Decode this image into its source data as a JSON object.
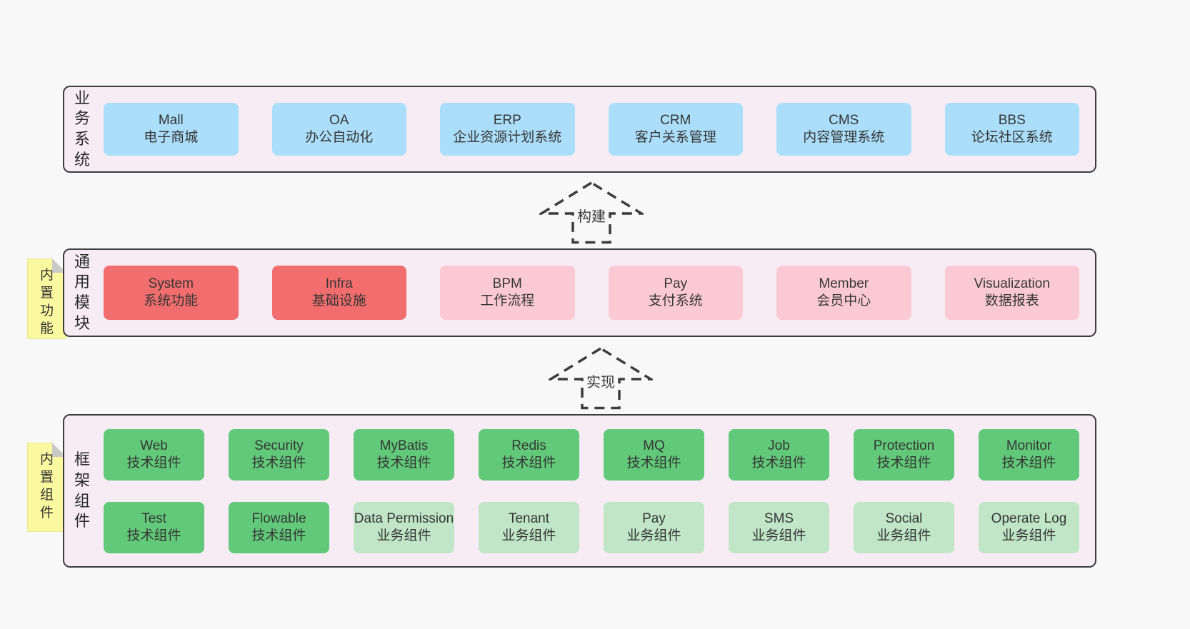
{
  "colors": {
    "page_bg": "#f8f8f8",
    "panel_bg": "#f7ecf4",
    "panel_border": "#3d3d3d",
    "blue": "#abdefa",
    "red": "#f26d6d",
    "pink": "#fbc9d3",
    "green": "#62c97a",
    "light_green": "#c0e5c7",
    "sticky_yellow": "#fbf9a0",
    "sticky_fold": "#c9c9c9",
    "text": "#363636"
  },
  "arrows": [
    {
      "label": "构建"
    },
    {
      "label": "实现"
    }
  ],
  "layers": [
    {
      "side_label": "业务系统",
      "sticky": null,
      "rows": [
        [
          {
            "title": "Mall",
            "subtitle": "电子商城",
            "color": "blue"
          },
          {
            "title": "OA",
            "subtitle": "办公自动化",
            "color": "blue"
          },
          {
            "title": "ERP",
            "subtitle": "企业资源计划系统",
            "color": "blue"
          },
          {
            "title": "CRM",
            "subtitle": "客户关系管理",
            "color": "blue"
          },
          {
            "title": "CMS",
            "subtitle": "内容管理系统",
            "color": "blue"
          },
          {
            "title": "BBS",
            "subtitle": "论坛社区系统",
            "color": "blue"
          }
        ]
      ]
    },
    {
      "side_label": "通用模块",
      "sticky": "内置功能",
      "rows": [
        [
          {
            "title": "System",
            "subtitle": "系统功能",
            "color": "red"
          },
          {
            "title": "Infra",
            "subtitle": "基础设施",
            "color": "red"
          },
          {
            "title": "BPM",
            "subtitle": "工作流程",
            "color": "pink"
          },
          {
            "title": "Pay",
            "subtitle": "支付系统",
            "color": "pink"
          },
          {
            "title": "Member",
            "subtitle": "会员中心",
            "color": "pink"
          },
          {
            "title": "Visualization",
            "subtitle": "数据报表",
            "color": "pink"
          }
        ]
      ]
    },
    {
      "side_label": "框架组件",
      "sticky": "内置组件",
      "rows": [
        [
          {
            "title": "Web",
            "subtitle": "技术组件",
            "color": "green"
          },
          {
            "title": "Security",
            "subtitle": "技术组件",
            "color": "green"
          },
          {
            "title": "MyBatis",
            "subtitle": "技术组件",
            "color": "green"
          },
          {
            "title": "Redis",
            "subtitle": "技术组件",
            "color": "green"
          },
          {
            "title": "MQ",
            "subtitle": "技术组件",
            "color": "green"
          },
          {
            "title": "Job",
            "subtitle": "技术组件",
            "color": "green"
          },
          {
            "title": "Protection",
            "subtitle": "技术组件",
            "color": "green"
          },
          {
            "title": "Monitor",
            "subtitle": "技术组件",
            "color": "green"
          }
        ],
        [
          {
            "title": "Test",
            "subtitle": "技术组件",
            "color": "green"
          },
          {
            "title": "Flowable",
            "subtitle": "技术组件",
            "color": "green"
          },
          {
            "title": "Data Permission",
            "subtitle": "业务组件",
            "color": "light_green"
          },
          {
            "title": "Tenant",
            "subtitle": "业务组件",
            "color": "light_green"
          },
          {
            "title": "Pay",
            "subtitle": "业务组件",
            "color": "light_green"
          },
          {
            "title": "SMS",
            "subtitle": "业务组件",
            "color": "light_green"
          },
          {
            "title": "Social",
            "subtitle": "业务组件",
            "color": "light_green"
          },
          {
            "title": "Operate Log",
            "subtitle": "业务组件",
            "color": "light_green"
          }
        ]
      ]
    }
  ]
}
